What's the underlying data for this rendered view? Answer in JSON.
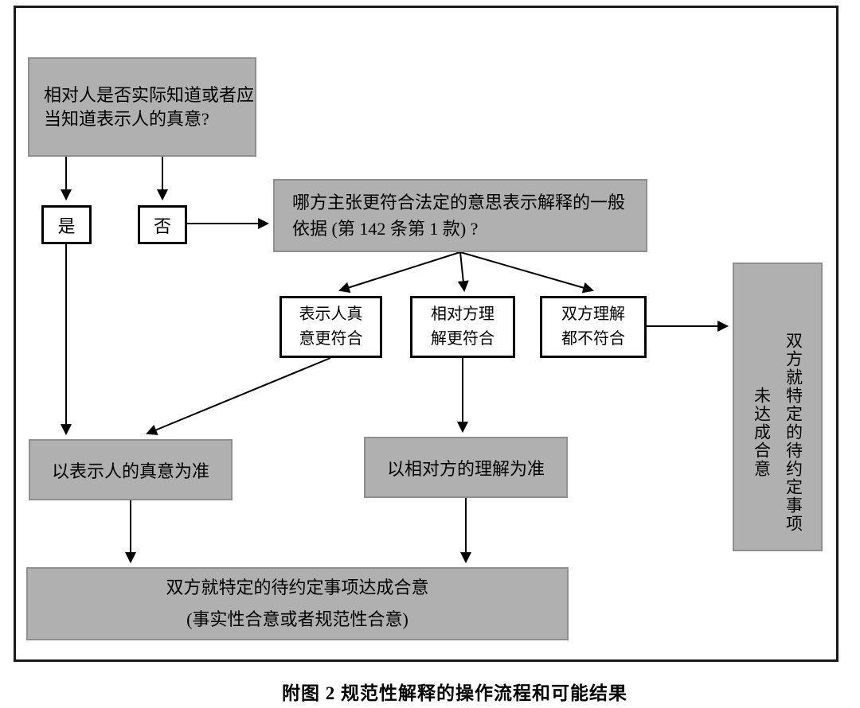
{
  "diagram": {
    "boxes": {
      "q1": {
        "lines": [
          "相对人是否实际知道或者应",
          "当知道表示人的真意?"
        ]
      },
      "yes": {
        "label": "是"
      },
      "no": {
        "label": "否"
      },
      "q2": {
        "lines": [
          "哪方主张更符合法定的意思表示解释的一般",
          "依据 (第 142 条第 1 款) ?"
        ]
      },
      "opt_declarant": {
        "lines": [
          "表示人真",
          "意更符合"
        ]
      },
      "opt_recipient": {
        "lines": [
          "相对方理",
          "解更符合"
        ]
      },
      "opt_neither": {
        "lines": [
          "双方理解",
          "都不符合"
        ]
      },
      "no_consensus": {
        "lines": [
          "双方就特定的待约定事项",
          "未达成合意"
        ]
      },
      "result_declarant": {
        "label": "以表示人的真意为准"
      },
      "result_recipient": {
        "label": "以相对方的理解为准"
      },
      "consensus": {
        "lines": [
          "双方就特定的待约定事项达成合意",
          "(事实性合意或者规范性合意)"
        ]
      }
    },
    "caption": "附图 2 规范性解释的操作流程和可能结果",
    "colors": {
      "box_fill": "#b0b0b0",
      "box_border": "#8f8f8f",
      "line": "#000000",
      "white_box_border": "#000000"
    }
  }
}
